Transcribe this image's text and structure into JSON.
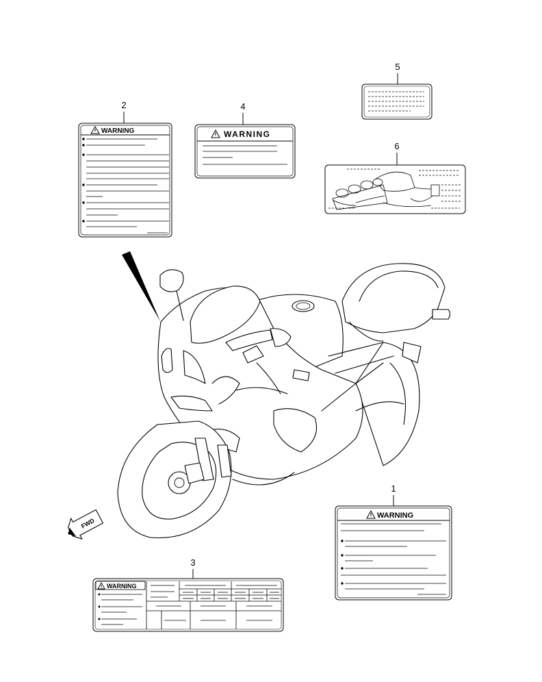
{
  "parts": [
    {
      "id": "1",
      "label": "1",
      "kind": "warning-label",
      "heading": "WARNING"
    },
    {
      "id": "2",
      "label": "2",
      "kind": "warning-label",
      "heading": "WARNING"
    },
    {
      "id": "3",
      "label": "3",
      "kind": "warning-table-label",
      "heading": "WARNING"
    },
    {
      "id": "4",
      "label": "4",
      "kind": "warning-label",
      "heading": "WARNING"
    },
    {
      "id": "5",
      "label": "5",
      "kind": "info-label"
    },
    {
      "id": "6",
      "label": "6",
      "kind": "vacuum-hose-routing-label"
    }
  ],
  "fwd_marker": "FWD",
  "warning_symbol": "⚠",
  "icons": [
    "warning-triangle-icon",
    "fwd-arrow-icon",
    "motorcycle-illustration",
    "pointer-wedge"
  ]
}
